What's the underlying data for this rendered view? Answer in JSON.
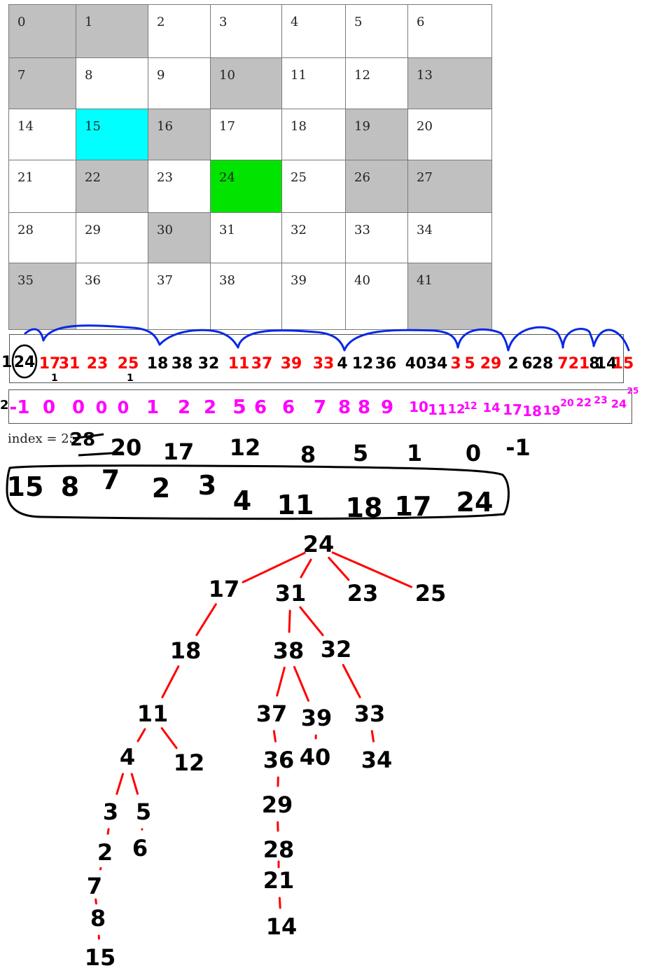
{
  "grid": {
    "rows": [
      [
        {
          "label": "0",
          "state": "wall"
        },
        {
          "label": "1",
          "state": "wall"
        },
        {
          "label": "2",
          "state": "open"
        },
        {
          "label": "3",
          "state": "open"
        },
        {
          "label": "4",
          "state": "open"
        },
        {
          "label": "5",
          "state": "open"
        },
        {
          "label": "6",
          "state": "open"
        }
      ],
      [
        {
          "label": "7",
          "state": "wall"
        },
        {
          "label": "8",
          "state": "open"
        },
        {
          "label": "9",
          "state": "open"
        },
        {
          "label": "10",
          "state": "wall"
        },
        {
          "label": "11",
          "state": "open"
        },
        {
          "label": "12",
          "state": "open"
        },
        {
          "label": "13",
          "state": "wall"
        }
      ],
      [
        {
          "label": "14",
          "state": "open"
        },
        {
          "label": "15",
          "state": "goal"
        },
        {
          "label": "16",
          "state": "wall"
        },
        {
          "label": "17",
          "state": "open"
        },
        {
          "label": "18",
          "state": "open"
        },
        {
          "label": "19",
          "state": "wall"
        },
        {
          "label": "20",
          "state": "open"
        }
      ],
      [
        {
          "label": "21",
          "state": "open"
        },
        {
          "label": "22",
          "state": "wall"
        },
        {
          "label": "23",
          "state": "open"
        },
        {
          "label": "24",
          "state": "start"
        },
        {
          "label": "25",
          "state": "open"
        },
        {
          "label": "26",
          "state": "wall"
        },
        {
          "label": "27",
          "state": "wall"
        }
      ],
      [
        {
          "label": "28",
          "state": "open"
        },
        {
          "label": "29",
          "state": "open"
        },
        {
          "label": "30",
          "state": "wall"
        },
        {
          "label": "31",
          "state": "open"
        },
        {
          "label": "32",
          "state": "open"
        },
        {
          "label": "33",
          "state": "open"
        },
        {
          "label": "34",
          "state": "open"
        }
      ],
      [
        {
          "label": "35",
          "state": "wall"
        },
        {
          "label": "36",
          "state": "open"
        },
        {
          "label": "37",
          "state": "open"
        },
        {
          "label": "38",
          "state": "open"
        },
        {
          "label": "39",
          "state": "open"
        },
        {
          "label": "40",
          "state": "open"
        },
        {
          "label": "41",
          "state": "wall"
        }
      ]
    ]
  },
  "colors": {
    "wall": "#c0c0c0",
    "open": "#ffffff",
    "goal": "#00ffff",
    "start": "#00e400",
    "ink_black": "#000000",
    "ink_red": "#ff0000",
    "ink_blue": "#0a28e6",
    "ink_magenta": "#ff00ff"
  },
  "queue_strip": {
    "prefix": "1",
    "circled": "24",
    "items": [
      {
        "text": "17",
        "color": "red"
      },
      {
        "text": "31",
        "color": "red"
      },
      {
        "text": "23",
        "color": "red"
      },
      {
        "text": "25",
        "color": "red"
      },
      {
        "text": "18",
        "color": "black"
      },
      {
        "text": "38",
        "color": "black"
      },
      {
        "text": "32",
        "color": "black"
      },
      {
        "text": "11",
        "color": "red"
      },
      {
        "text": "37",
        "color": "red"
      },
      {
        "text": "39",
        "color": "red"
      },
      {
        "text": "33",
        "color": "red"
      },
      {
        "text": "4",
        "color": "black"
      },
      {
        "text": "12",
        "color": "black"
      },
      {
        "text": "36",
        "color": "black"
      },
      {
        "text": "40",
        "color": "black"
      },
      {
        "text": "34",
        "color": "black"
      },
      {
        "text": "3",
        "color": "red"
      },
      {
        "text": "5",
        "color": "red"
      },
      {
        "text": "29",
        "color": "red"
      },
      {
        "text": "2",
        "color": "black"
      },
      {
        "text": "6",
        "color": "black"
      },
      {
        "text": "28",
        "color": "black"
      },
      {
        "text": "7",
        "color": "red"
      },
      {
        "text": "21",
        "color": "red"
      },
      {
        "text": "8",
        "color": "black"
      },
      {
        "text": "14",
        "color": "black"
      },
      {
        "text": "15",
        "color": "red"
      }
    ],
    "sub_marks": [
      "1",
      "1"
    ]
  },
  "parent_strip": {
    "prefix": "2",
    "items": [
      "-1",
      "0",
      "0",
      "0",
      "0",
      "1",
      "2",
      "2",
      "5",
      "6",
      "6",
      "7",
      "8",
      "8",
      "9",
      "10",
      "11",
      "12",
      "12",
      "14",
      "17",
      "18",
      "19",
      "20",
      "22",
      "23",
      "24",
      "25"
    ]
  },
  "index": {
    "label": "index = 25",
    "struck_value": "28",
    "sequence": [
      "20",
      "17",
      "12",
      "8",
      "5",
      "1",
      "0",
      "-1"
    ]
  },
  "path": {
    "items": [
      "15",
      "8",
      "7",
      "2",
      "3",
      "4",
      "11",
      "18",
      "17",
      "24"
    ]
  },
  "tree": {
    "nodes": [
      "24",
      "17",
      "31",
      "23",
      "25",
      "18",
      "38",
      "32",
      "11",
      "37",
      "39",
      "33",
      "4",
      "12",
      "36",
      "40",
      "34",
      "3",
      "5",
      "29",
      "2",
      "6",
      "28",
      "7",
      "21",
      "8",
      "14",
      "15"
    ]
  }
}
